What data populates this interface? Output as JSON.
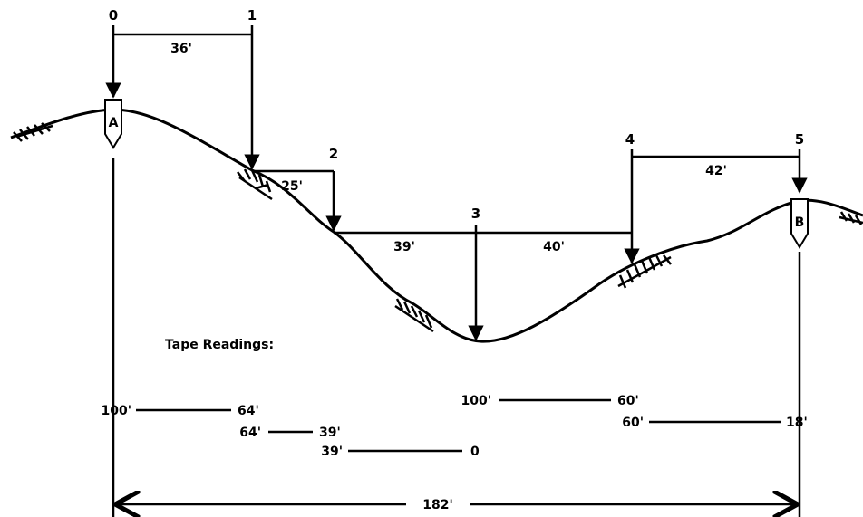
{
  "stations": {
    "s0": "0",
    "s1": "1",
    "s2": "2",
    "s3": "3",
    "s4": "4",
    "s5": "5"
  },
  "stakes": {
    "a": "A",
    "b": "B"
  },
  "distances": {
    "d01": "36'",
    "d12": "25'",
    "d23": "39'",
    "d34": "40'",
    "d45": "42'"
  },
  "tape_heading": "Tape Readings:",
  "tape_readings": {
    "r1_left": "100'",
    "r1_right": "64'",
    "r2_left": "64'",
    "r2_right": "39'",
    "r3_left": "39'",
    "r3_right": "0",
    "r4_left": "100'",
    "r4_right": "60'",
    "r5_left": "60'",
    "r5_right": "18'"
  },
  "total": "182'",
  "colors": {
    "ink": "#000000",
    "paper": "#ffffff"
  }
}
